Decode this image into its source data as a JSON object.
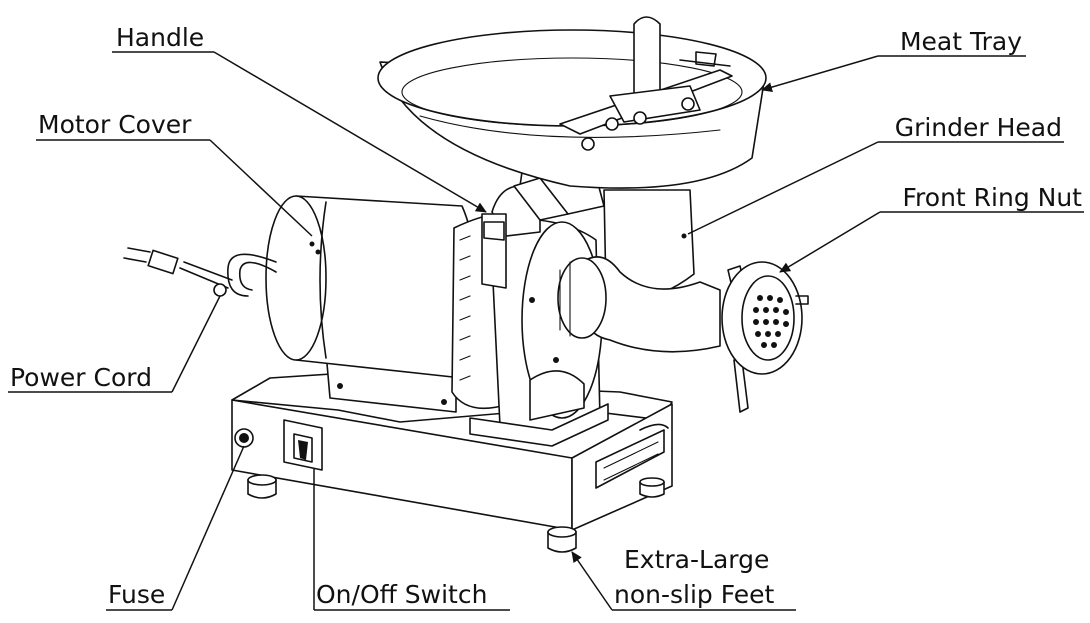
{
  "diagram": {
    "labels": {
      "handle": "Handle",
      "meat_tray": "Meat Tray",
      "motor_cover": "Motor Cover",
      "grinder_head": "Grinder Head",
      "front_ring_nut": "Front Ring Nut",
      "power_cord": "Power Cord",
      "fuse": "Fuse",
      "on_off_switch": "On/Off Switch",
      "feet_line1": "Extra-Large",
      "feet_line2": "non-slip Feet"
    },
    "line_color": "#111111",
    "background_color": "#ffffff"
  }
}
